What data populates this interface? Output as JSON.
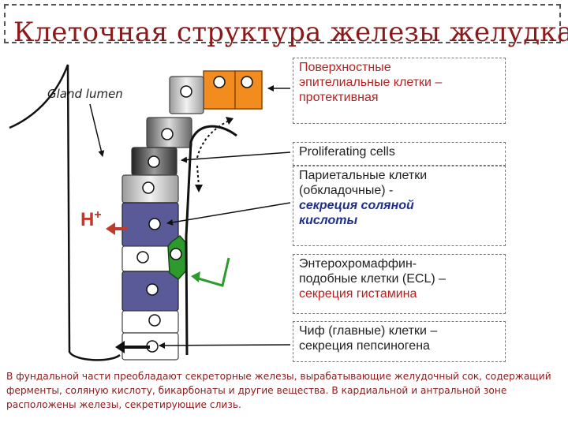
{
  "title": "Клеточная структура железы желудка",
  "gland_lumen_label": "Gland lumen",
  "hplus_label": "H",
  "hplus_sup": "+",
  "callouts": {
    "surface": [
      "Поверхностные",
      "эпителиальные клетки –",
      "протективная"
    ],
    "proliferating": "Proliferating cells",
    "parietal_plain": [
      "Париетальные клетки",
      "(обкладочные) -"
    ],
    "parietal_italic": [
      "секреция соляной",
      "кислоты"
    ],
    "ecl": [
      "Энтерохромаффин-",
      "подобные клетки (ECL) –"
    ],
    "ecl_tail": "секреция гистамина",
    "chief_head": "Чиф (главные) клетки –",
    "chief_tail": "секреция пепсиногена"
  },
  "footer_text": "В фундальной части преобладают секреторные железы, вырабатывающие желудочный сок, содержащий ферменты, соляную кислоту, бикарбонаты и другие вещества. В кардиальной и антральной зоне расположены железы, секретирующие слизь.",
  "colors": {
    "title": "#8b1a1a",
    "surface_cell": "#f28c1e",
    "parietal_cell": "#5a5a99",
    "ecl_cell": "#2e9a2e",
    "chief_cell": "#ffffff",
    "arrow_red": "#c0392b",
    "parietal_text": "#1f2f8a"
  }
}
